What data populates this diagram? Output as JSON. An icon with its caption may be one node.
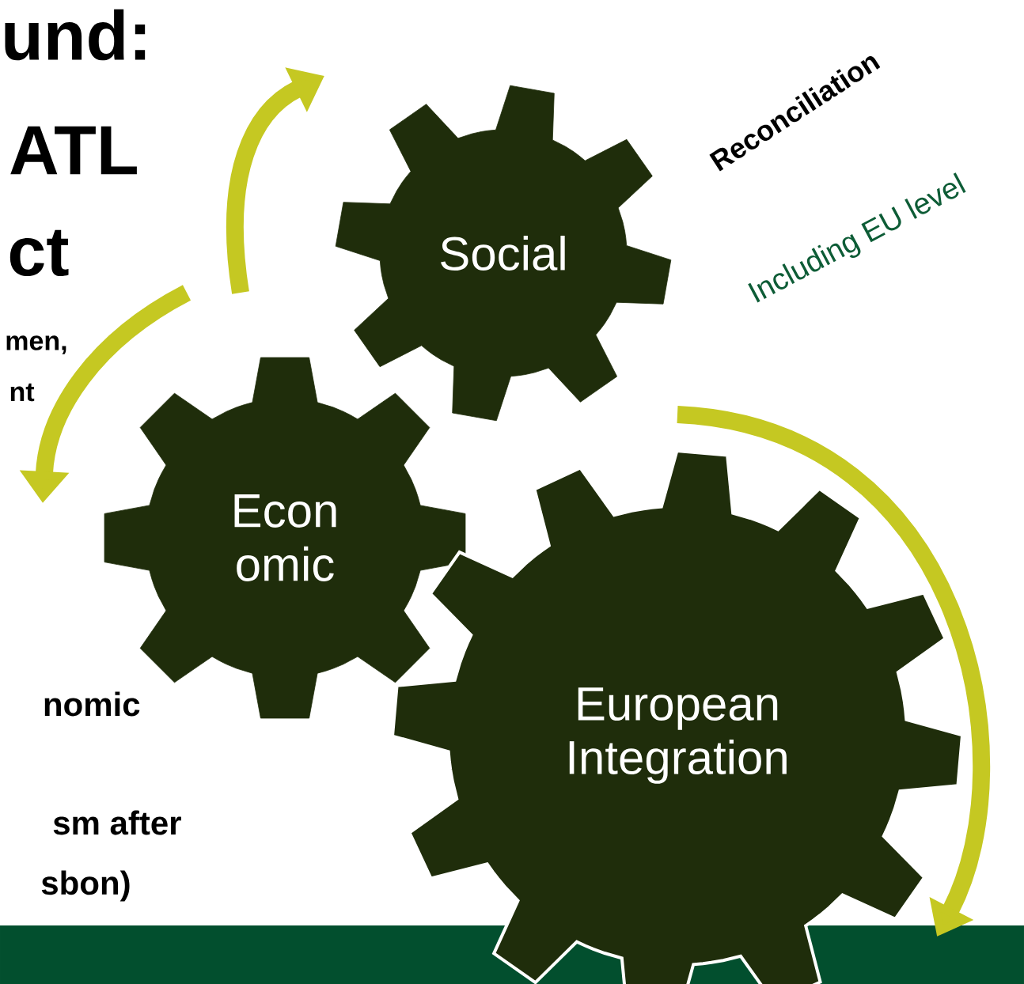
{
  "diagram": {
    "nodes": [
      {
        "text": [
          "Social"
        ]
      },
      {
        "text": [
          "Econ omic"
        ]
      },
      {
        "text": [
          "European Integration"
        ]
      }
    ],
    "labels": [
      "und:",
      "Reconciliation",
      "ATL",
      "ct",
      "Including EU level",
      "men,",
      "nt",
      "nomic",
      "sm after",
      "sbon)"
    ]
  }
}
